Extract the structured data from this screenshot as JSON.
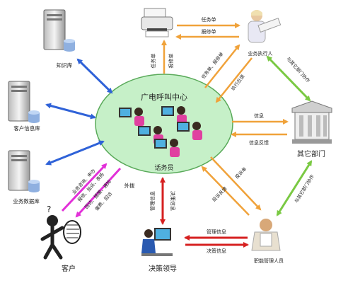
{
  "center": {
    "title": "广电呼叫中心",
    "operator_label": "话务员"
  },
  "nodes": {
    "knowledge_base": "知识库",
    "customer_db": "客户信息库",
    "business_db": "业务数据库",
    "customer": "客户",
    "decision_leader": "决策领导",
    "functional_manager": "职能管理人员",
    "other_depts": "其它部门",
    "executor": "业务执行人"
  },
  "edges": {
    "printer_task": "任务单",
    "printer_repair": "报修单",
    "center_up_task": "任务单",
    "center_up_repair": "报修单",
    "exec_task_repair": "任务单、报修单",
    "exec_feedback": "执行反馈",
    "exec_coordination": "与其它部门协作",
    "info": "信息",
    "info_feedback": "信息反馈",
    "other_coordination": "与其它部门协作",
    "complaint_form": "投诉单",
    "complaint_feedback": "投诉反馈",
    "mgmt_info": "管理信息",
    "decision_info": "决策信息",
    "cust_in_1": "业务咨询、申办",
    "cust_in_2": "报修、投诉、表扬",
    "cust_out_1": "回访、提醒、通知",
    "cust_out_2": "催费、回访",
    "outbound": "外拨"
  },
  "colors": {
    "blue": "#2f62d8",
    "orange": "#f0a23a",
    "green": "#7ac943",
    "magenta": "#e230d8",
    "red": "#d62020",
    "ellipse_fill": "#c6f0c8"
  }
}
